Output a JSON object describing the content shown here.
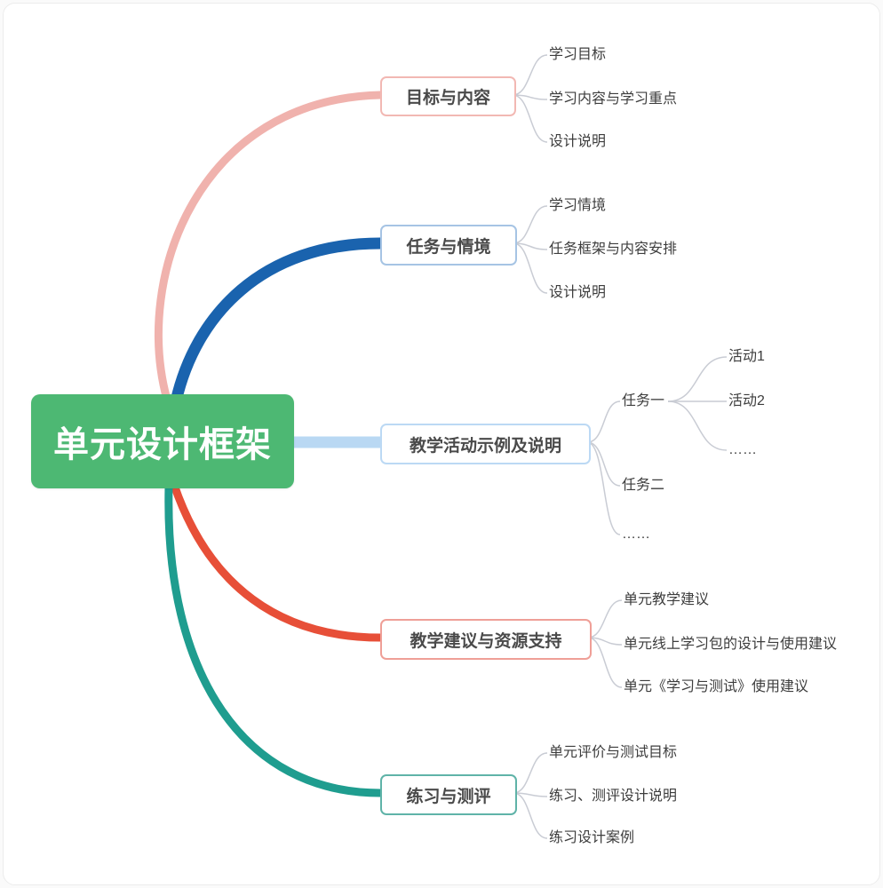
{
  "root": {
    "label": "单元设计框架",
    "color": "#4db873",
    "text_color": "#ffffff"
  },
  "connector_color": "#c9ccd4",
  "branches": [
    {
      "label": "目标与内容",
      "color": "#f0b2ad",
      "border": "#f2b8b3",
      "children": [
        {
          "label": "学习目标"
        },
        {
          "label": "学习内容与学习重点"
        },
        {
          "label": "设计说明"
        }
      ]
    },
    {
      "label": "任务与情境",
      "color": "#1a63ae",
      "border": "#a6c4e4",
      "children": [
        {
          "label": "学习情境"
        },
        {
          "label": "任务框架与内容安排"
        },
        {
          "label": "设计说明"
        }
      ]
    },
    {
      "label": "教学活动示例及说明",
      "color": "#b9d8f3",
      "border": "#bcd9f4",
      "children": [
        {
          "label": "任务一",
          "children": [
            {
              "label": "活动1"
            },
            {
              "label": "活动2"
            },
            {
              "label": "……"
            }
          ]
        },
        {
          "label": "任务二"
        },
        {
          "label": "……"
        }
      ]
    },
    {
      "label": "教学建议与资源支持",
      "color": "#e74f38",
      "border": "#ef9f97",
      "children": [
        {
          "label": "单元教学建议"
        },
        {
          "label": "单元线上学习包的设计与使用建议"
        },
        {
          "label": "单元《学习与测试》使用建议"
        }
      ]
    },
    {
      "label": "练习与测评",
      "color": "#1f9d8f",
      "border": "#5fb3a8",
      "children": [
        {
          "label": "单元评价与测试目标"
        },
        {
          "label": "练习、测评设计说明"
        },
        {
          "label": "练习设计案例"
        }
      ]
    }
  ]
}
